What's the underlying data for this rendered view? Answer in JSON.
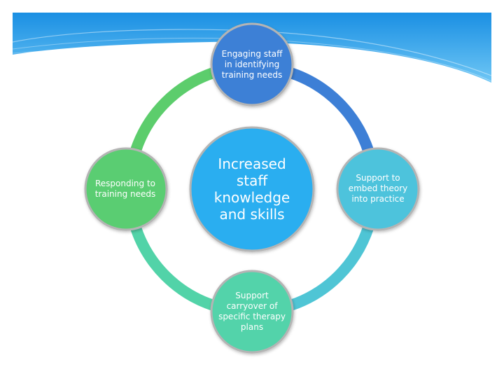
{
  "diagram": {
    "center": {
      "label": "Increased staff knowledge and skills",
      "color": "#29aef0"
    },
    "nodes": {
      "top": {
        "label": "Engaging staff in identifying training needs",
        "color": "#3d80d6"
      },
      "right": {
        "label": "Support to embed theory into practice",
        "color": "#4dc3dc"
      },
      "bottom": {
        "label": "Support carryover of specific therapy plans",
        "color": "#52d3aa"
      },
      "left": {
        "label": "Responding to training needs",
        "color": "#5acd72"
      }
    },
    "ring_colors": {
      "top_right": "#3d7fd6",
      "right_bottom": "#4fc5d5",
      "bottom_left": "#52d3a8",
      "left_top": "#5ccd6c"
    }
  }
}
